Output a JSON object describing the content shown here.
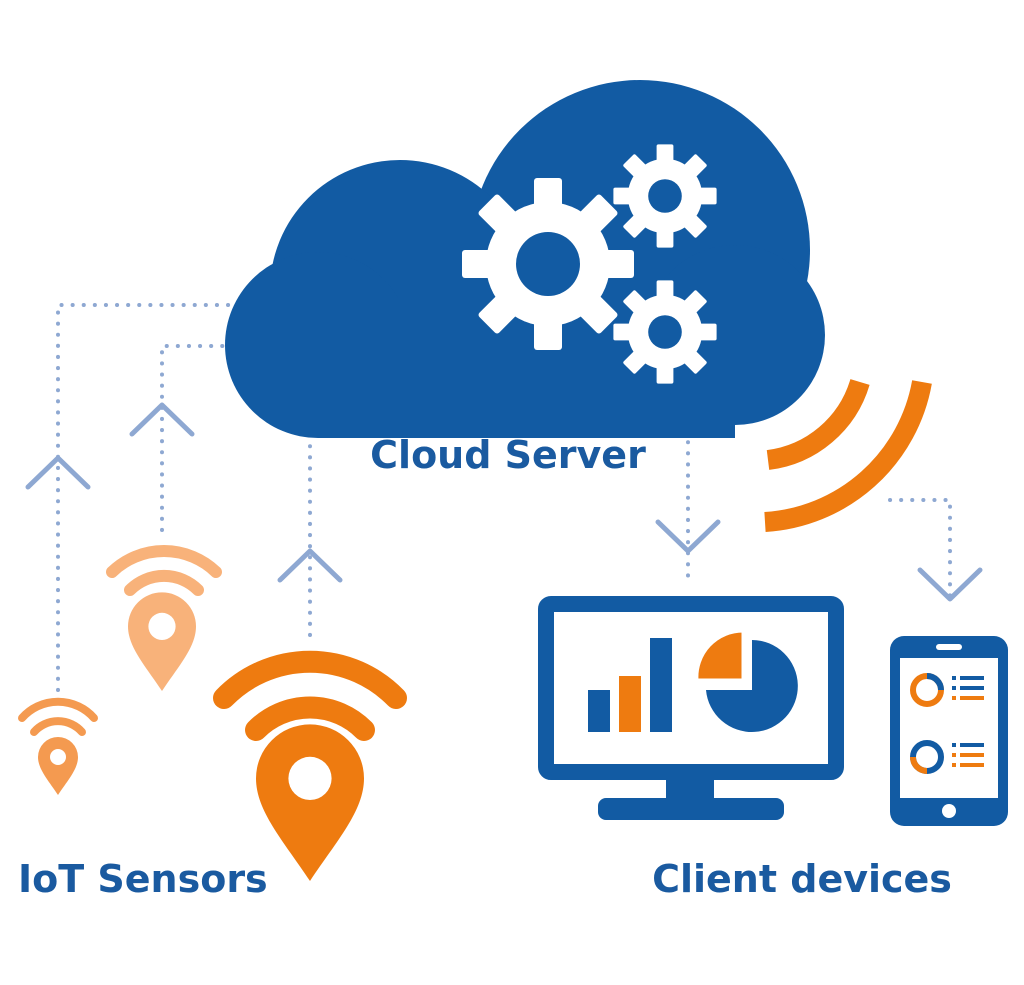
{
  "labels": {
    "cloud": "Cloud Server",
    "sensors": "IoT Sensors",
    "clients": "Client devices"
  },
  "colors": {
    "blue": "#125ba3",
    "orange": "#ee7b10",
    "light_orange": "#f8b27a",
    "mid_orange": "#f49a50",
    "dotted": "#8ea8d2",
    "text": "#1a5aa0"
  },
  "icons": [
    "cloud-icon",
    "gear-icon",
    "wifi-signal-icon",
    "location-pin-icon",
    "monitor-icon",
    "bar-chart-icon",
    "pie-chart-icon",
    "smartphone-icon",
    "arrow-up-icon",
    "arrow-down-icon"
  ]
}
